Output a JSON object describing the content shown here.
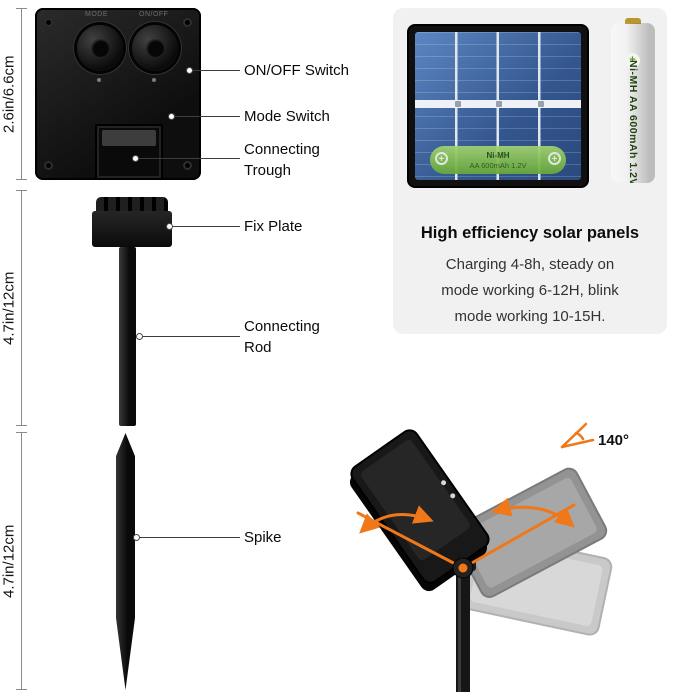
{
  "dimensions": {
    "top": "2.6in/6.6cm",
    "middle": "4.7in/12cm",
    "bottom": "4.7in/12cm"
  },
  "panel_back": {
    "mode_label": "MODE",
    "onoff_label": "ON/OFF"
  },
  "callouts": {
    "on_off": "ON/OFF Switch",
    "mode": "Mode Switch",
    "trough": "Connecting Trough",
    "fix_plate": "Fix Plate",
    "rod": "Connecting Rod",
    "spike": "Spike"
  },
  "info_card": {
    "title": "High efficiency solar panels",
    "body_lines": [
      "Charging 4-8h, steady on",
      "mode working 6-12H, blink",
      "mode working 10-15H."
    ],
    "panel_battery_line1": "Ni-MH",
    "panel_battery_line2": "AA 600mAh  1.2V",
    "battery_vertical_text": "Ni-MH AA 600mAh 1.2V",
    "battery_plus": "+"
  },
  "rotation": {
    "angle_label": "140°"
  },
  "colors": {
    "accent_orange": "#f07818",
    "battery_green": "#5ea131",
    "panel_blue": "#33568e",
    "card_bg": "#f1f1f1"
  }
}
